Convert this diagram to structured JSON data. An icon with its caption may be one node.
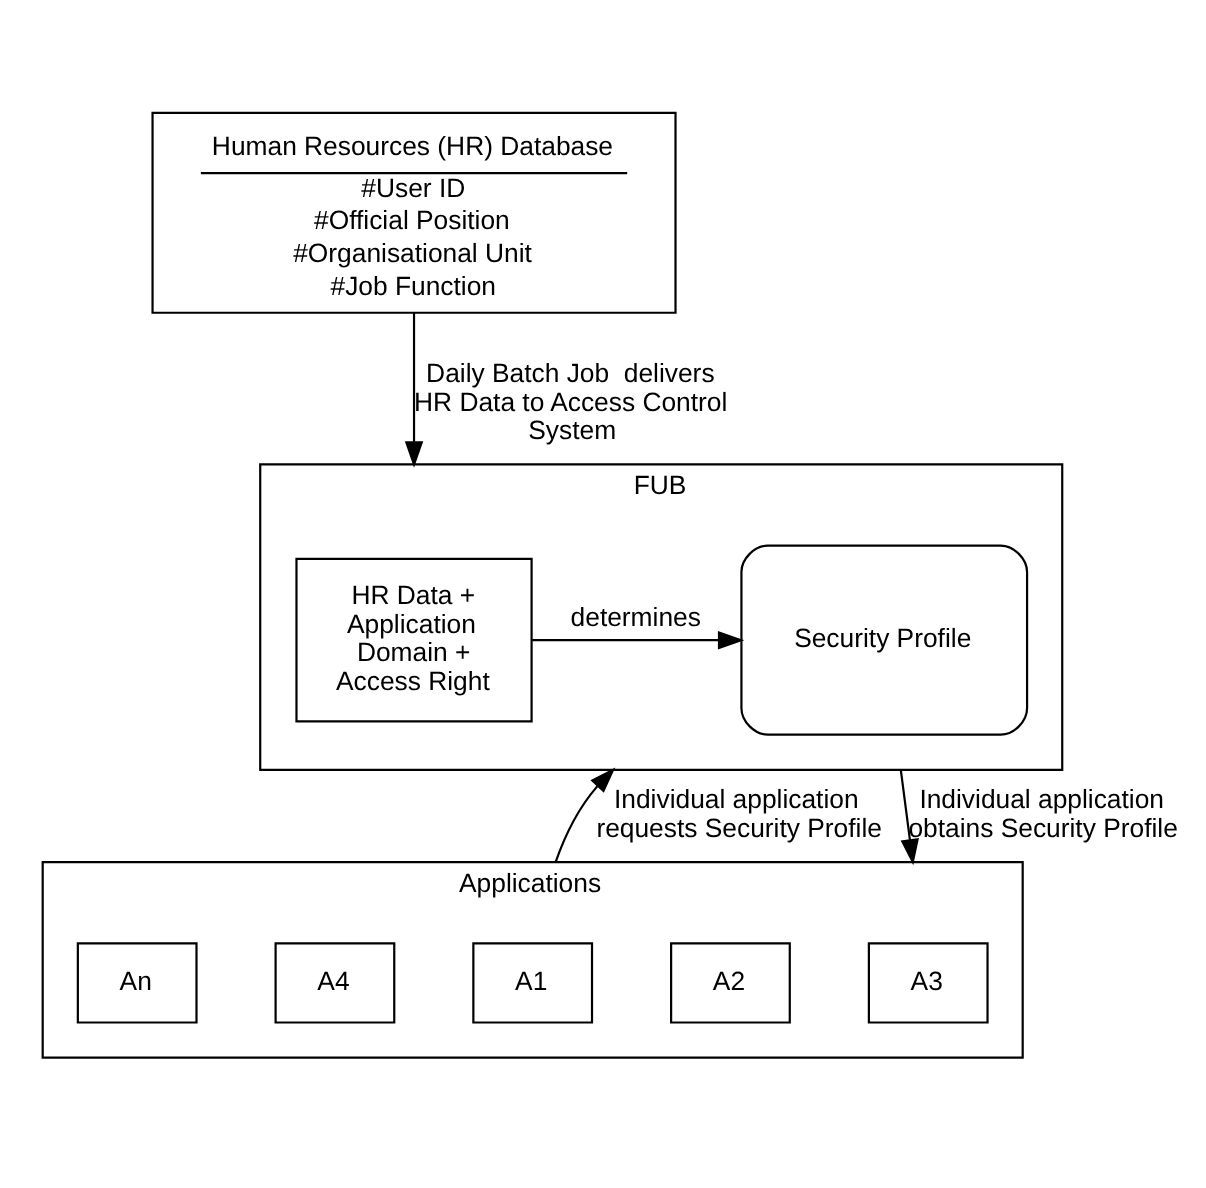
{
  "diagram": {
    "nodes": [
      {
        "text": [
          "Human Resources (HR) Database",
          "#User ID",
          "#Official Position",
          "#Organisational Unit",
          "#Job Function"
        ]
      },
      {
        "text": [
          "FUB"
        ]
      },
      {
        "text": [
          "HR Data + Application Domain + Access Right"
        ],
        "in": 1
      },
      {
        "text": [
          "Security Profile"
        ],
        "in": 1
      },
      {
        "text": [
          "Applications"
        ]
      },
      {
        "text": [
          "A1"
        ],
        "in": 4
      },
      {
        "text": [
          "A2"
        ],
        "in": 4
      },
      {
        "text": [
          "A3"
        ],
        "in": 4
      },
      {
        "text": [
          "A4"
        ],
        "in": 4
      },
      {
        "text": [
          "An"
        ],
        "in": 4
      }
    ],
    "edges": [
      {
        "from": 0,
        "to": 1,
        "arrow": "to",
        "label": "Daily Batch Job  delivers HR Data to Access Control System"
      },
      {
        "from": 2,
        "to": 3,
        "arrow": "to",
        "label": "determines"
      },
      {
        "from": 4,
        "to": 1,
        "arrow": "to",
        "label": "Individual application requests Security Profile"
      },
      {
        "from": 1,
        "to": 4,
        "arrow": "to",
        "label": "Individual application obtains Security Profile"
      }
    ]
  }
}
